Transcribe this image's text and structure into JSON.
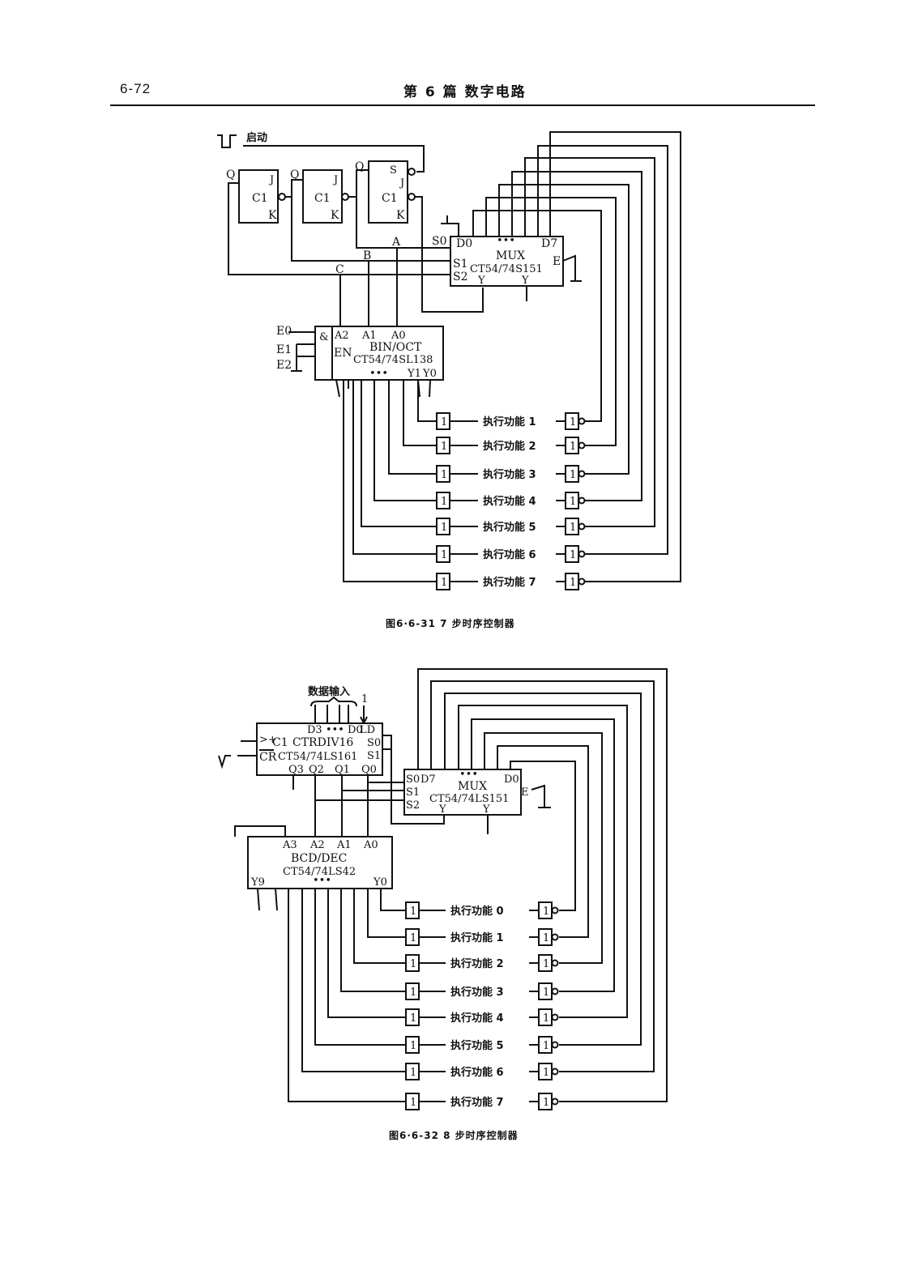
{
  "header": {
    "page_number": "6-72",
    "running_title": "第 6 篇   数字电路"
  },
  "figure1": {
    "caption": "图6·6-31    7 步时序控制器",
    "start_label": "启动",
    "flipflops": [
      {
        "q": "Q",
        "j": "J",
        "c": "C1",
        "k": "K"
      },
      {
        "q": "Q",
        "j": "J",
        "c": "C1",
        "k": "K"
      },
      {
        "q": "Q",
        "s": "S",
        "j": "J",
        "c": "C1",
        "k": "K"
      }
    ],
    "signals": {
      "a": "A",
      "b": "B",
      "c": "C"
    },
    "mux": {
      "title": "MUX",
      "part": "CT54/74S151",
      "s0": "S0",
      "s1": "S1",
      "s2": "S2",
      "d0": "D0",
      "d7": "D7",
      "dots": "•••",
      "e_bar": "E",
      "y": "Y",
      "y_bar": "Y"
    },
    "decoder": {
      "title": "BIN/OCT",
      "part": "CT54/74SL138",
      "and": "&",
      "en": "EN",
      "e0": "E0",
      "e1": "E1",
      "e2": "E2",
      "a2": "A2",
      "a1": "A1",
      "a0": "A0",
      "y1": "Y1",
      "y0": "Y0",
      "dots": "•••"
    },
    "buffer_label": "1",
    "functions": [
      "执行功能 1",
      "执行功能 2",
      "执行功能 3",
      "执行功能 4",
      "执行功能 5",
      "执行功能 6",
      "执行功能 7"
    ]
  },
  "figure2": {
    "caption": "图6·6-32    8 步时序控制器",
    "data_input_label": "数据输入",
    "ld_value": "1",
    "counter": {
      "title": "CTRDIV16",
      "part": "CT54/74LS161",
      "c1": "C1",
      "cr": "CR",
      "ld": "LD",
      "d_range": "D3 ••• D0",
      "s0": "S0",
      "s1": "S1",
      "q3": "Q3",
      "q2": "Q2",
      "q1": "Q1",
      "q0": "Q0"
    },
    "mux": {
      "title": "MUX",
      "part": "CT54/74LS151",
      "s0": "S0",
      "s1": "S1",
      "s2": "S2",
      "d7": "D7",
      "d0": "D0",
      "dots": "•••",
      "e_bar": "E",
      "y": "Y",
      "y_bar": "Y"
    },
    "decoder": {
      "title": "BCD/DEC",
      "part": "CT54/74LS42",
      "a3": "A3",
      "a2": "A2",
      "a1": "A1",
      "a0": "A0",
      "y9": "Y9",
      "y0": "Y0",
      "dots": "•••"
    },
    "buffer_label": "1",
    "functions": [
      "执行功能 0",
      "执行功能 1",
      "执行功能 2",
      "执行功能 3",
      "执行功能 4",
      "执行功能 5",
      "执行功能 6",
      "执行功能 7"
    ]
  }
}
